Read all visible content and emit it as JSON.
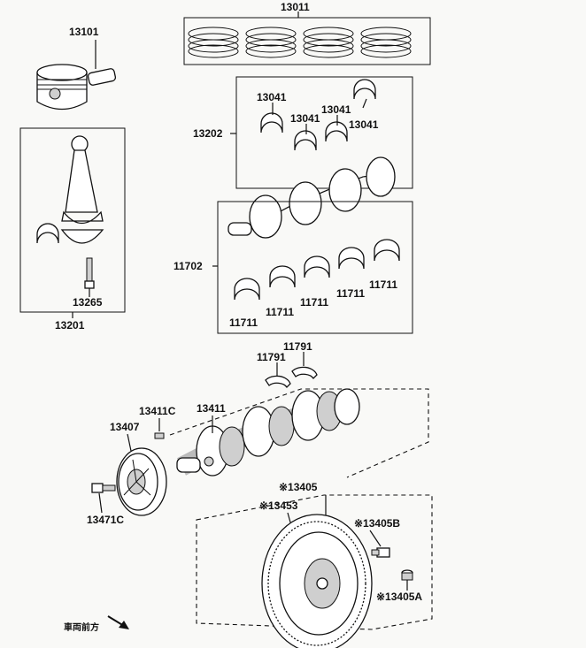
{
  "diagram": {
    "labels": {
      "p13011": "13011",
      "p13101": "13101",
      "p13202": "13202",
      "p13041a": "13041",
      "p13041b": "13041",
      "p13041c": "13041",
      "p13041d": "13041",
      "p13201": "13201",
      "p13265": "13265",
      "p11702": "11702",
      "p11711a": "11711",
      "p11711b": "11711",
      "p11711c": "11711",
      "p11711d": "11711",
      "p11711e": "11711",
      "p11791a": "11791",
      "p11791b": "11791",
      "p13411c": "13411C",
      "p13411": "13411",
      "p13407": "13407",
      "p13471c": "13471C",
      "p13405": "※13405",
      "p13453": "※13453",
      "p13405b": "※13405B",
      "p13405a": "※13405A",
      "front_label": "車両前方"
    },
    "icons": {
      "front_arrow": "arrow-down-right-icon"
    }
  }
}
